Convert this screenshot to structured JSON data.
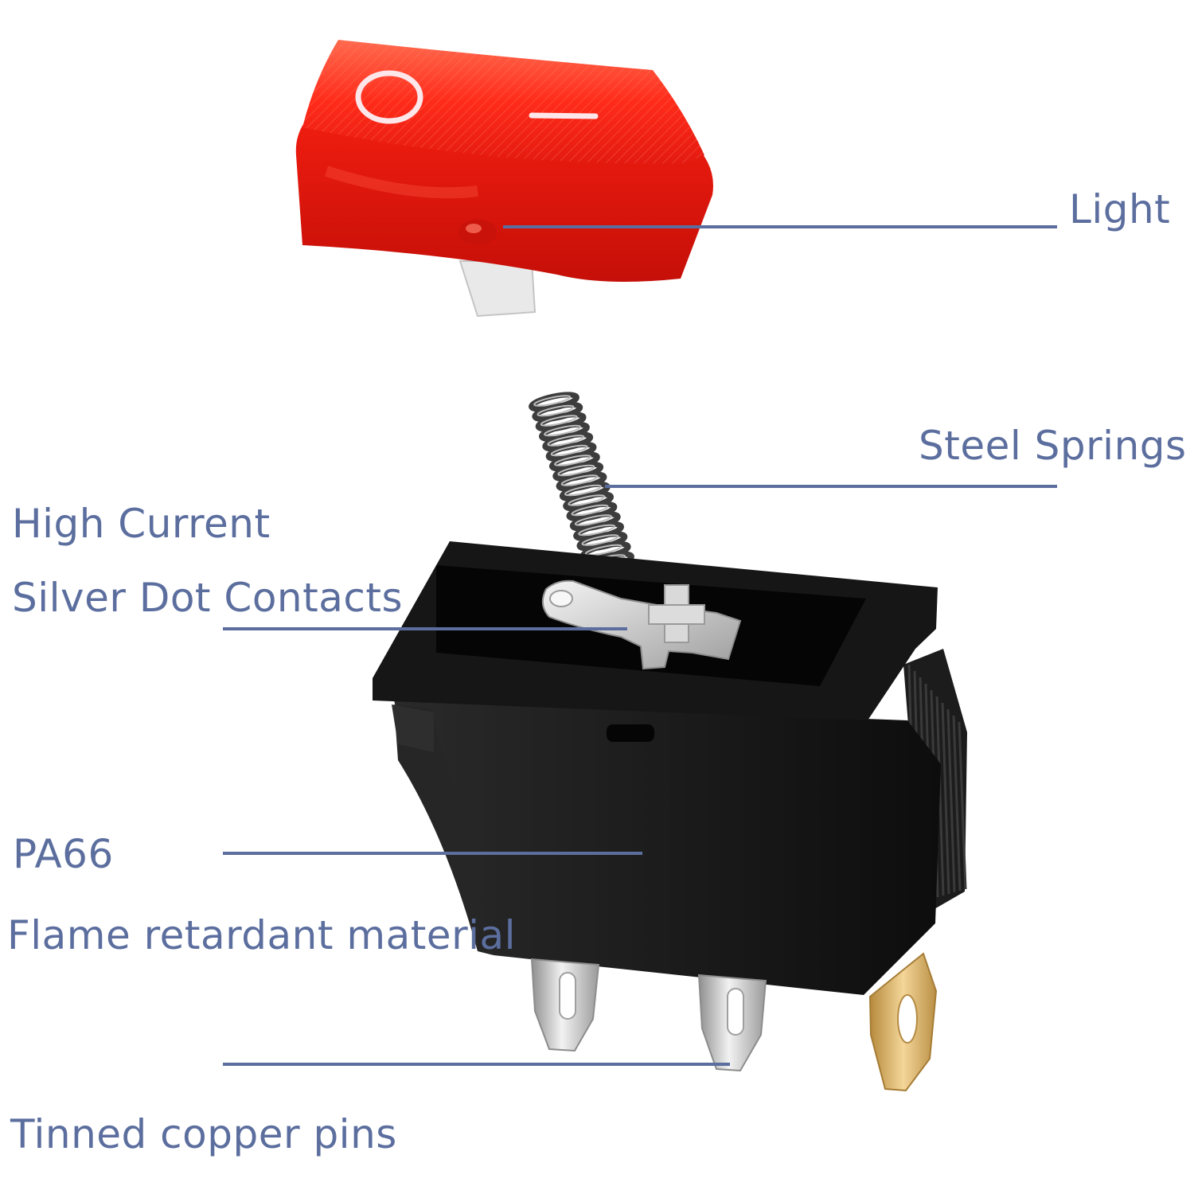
{
  "rocker": {
    "off_symbol": "O",
    "on_symbol": "–"
  },
  "labels": {
    "light": "Light",
    "steel_springs": "Steel Springs",
    "high_current": "High Current",
    "silver_dot_contacts": "Silver Dot Contacts",
    "pa66": "PA66",
    "flame_retardant": "Flame retardant material",
    "tinned_pins": "Tinned copper pins"
  },
  "colors": {
    "label_text": "#5b6e9e",
    "leader_line": "#5b6e9e",
    "rocker_red": "#ee1d12",
    "housing_black": "#141414",
    "spring_steel": "#6e6e6e",
    "pin_silver": "#c8c8c8",
    "pin_brass": "#d9b36a"
  }
}
